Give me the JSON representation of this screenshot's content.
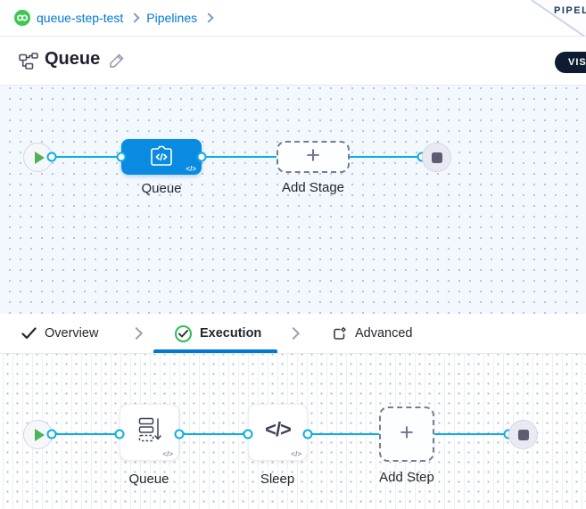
{
  "colors": {
    "accent": "#0278d5",
    "connector": "#0bade4",
    "stage_node": "#0a8be2",
    "success_green": "#3ec74f",
    "pill_dark": "#0d1c30"
  },
  "breadcrumb": {
    "items": [
      {
        "label": "queue-step-test"
      },
      {
        "label": "Pipelines"
      }
    ]
  },
  "ribbon": {
    "label": "PIPELINE STUDIO"
  },
  "header": {
    "title": "Queue",
    "view_mode": "VISUAL"
  },
  "stage_canvas": {
    "stage": {
      "name": "Queue",
      "code_badge": "</>"
    },
    "add_stage": {
      "label": "Add Stage",
      "plus": "+"
    }
  },
  "tabs": [
    {
      "label": "Overview",
      "state": "complete"
    },
    {
      "label": "Execution",
      "state": "active"
    },
    {
      "label": "Advanced",
      "state": "default"
    }
  ],
  "execution_canvas": {
    "steps": [
      {
        "name": "Queue",
        "code_badge": "</>"
      },
      {
        "name": "Sleep",
        "icon_glyph": "</>",
        "code_badge": "</>"
      }
    ],
    "add_step": {
      "label": "Add Step",
      "plus": "+"
    }
  }
}
